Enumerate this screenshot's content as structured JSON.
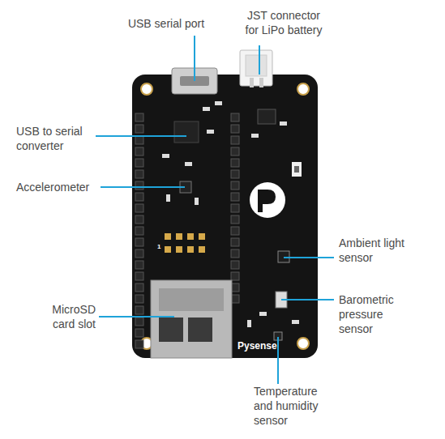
{
  "diagram": {
    "labels": [
      "USB serial port",
      "JST connector for LiPo battery",
      "USB to serial converter",
      "Accelerometer",
      "Ambient light sensor",
      "Barometric pressure sensor",
      "MicroSD card slot",
      "Temperature and humidity sensor",
      "Pysense",
      "1"
    ]
  }
}
